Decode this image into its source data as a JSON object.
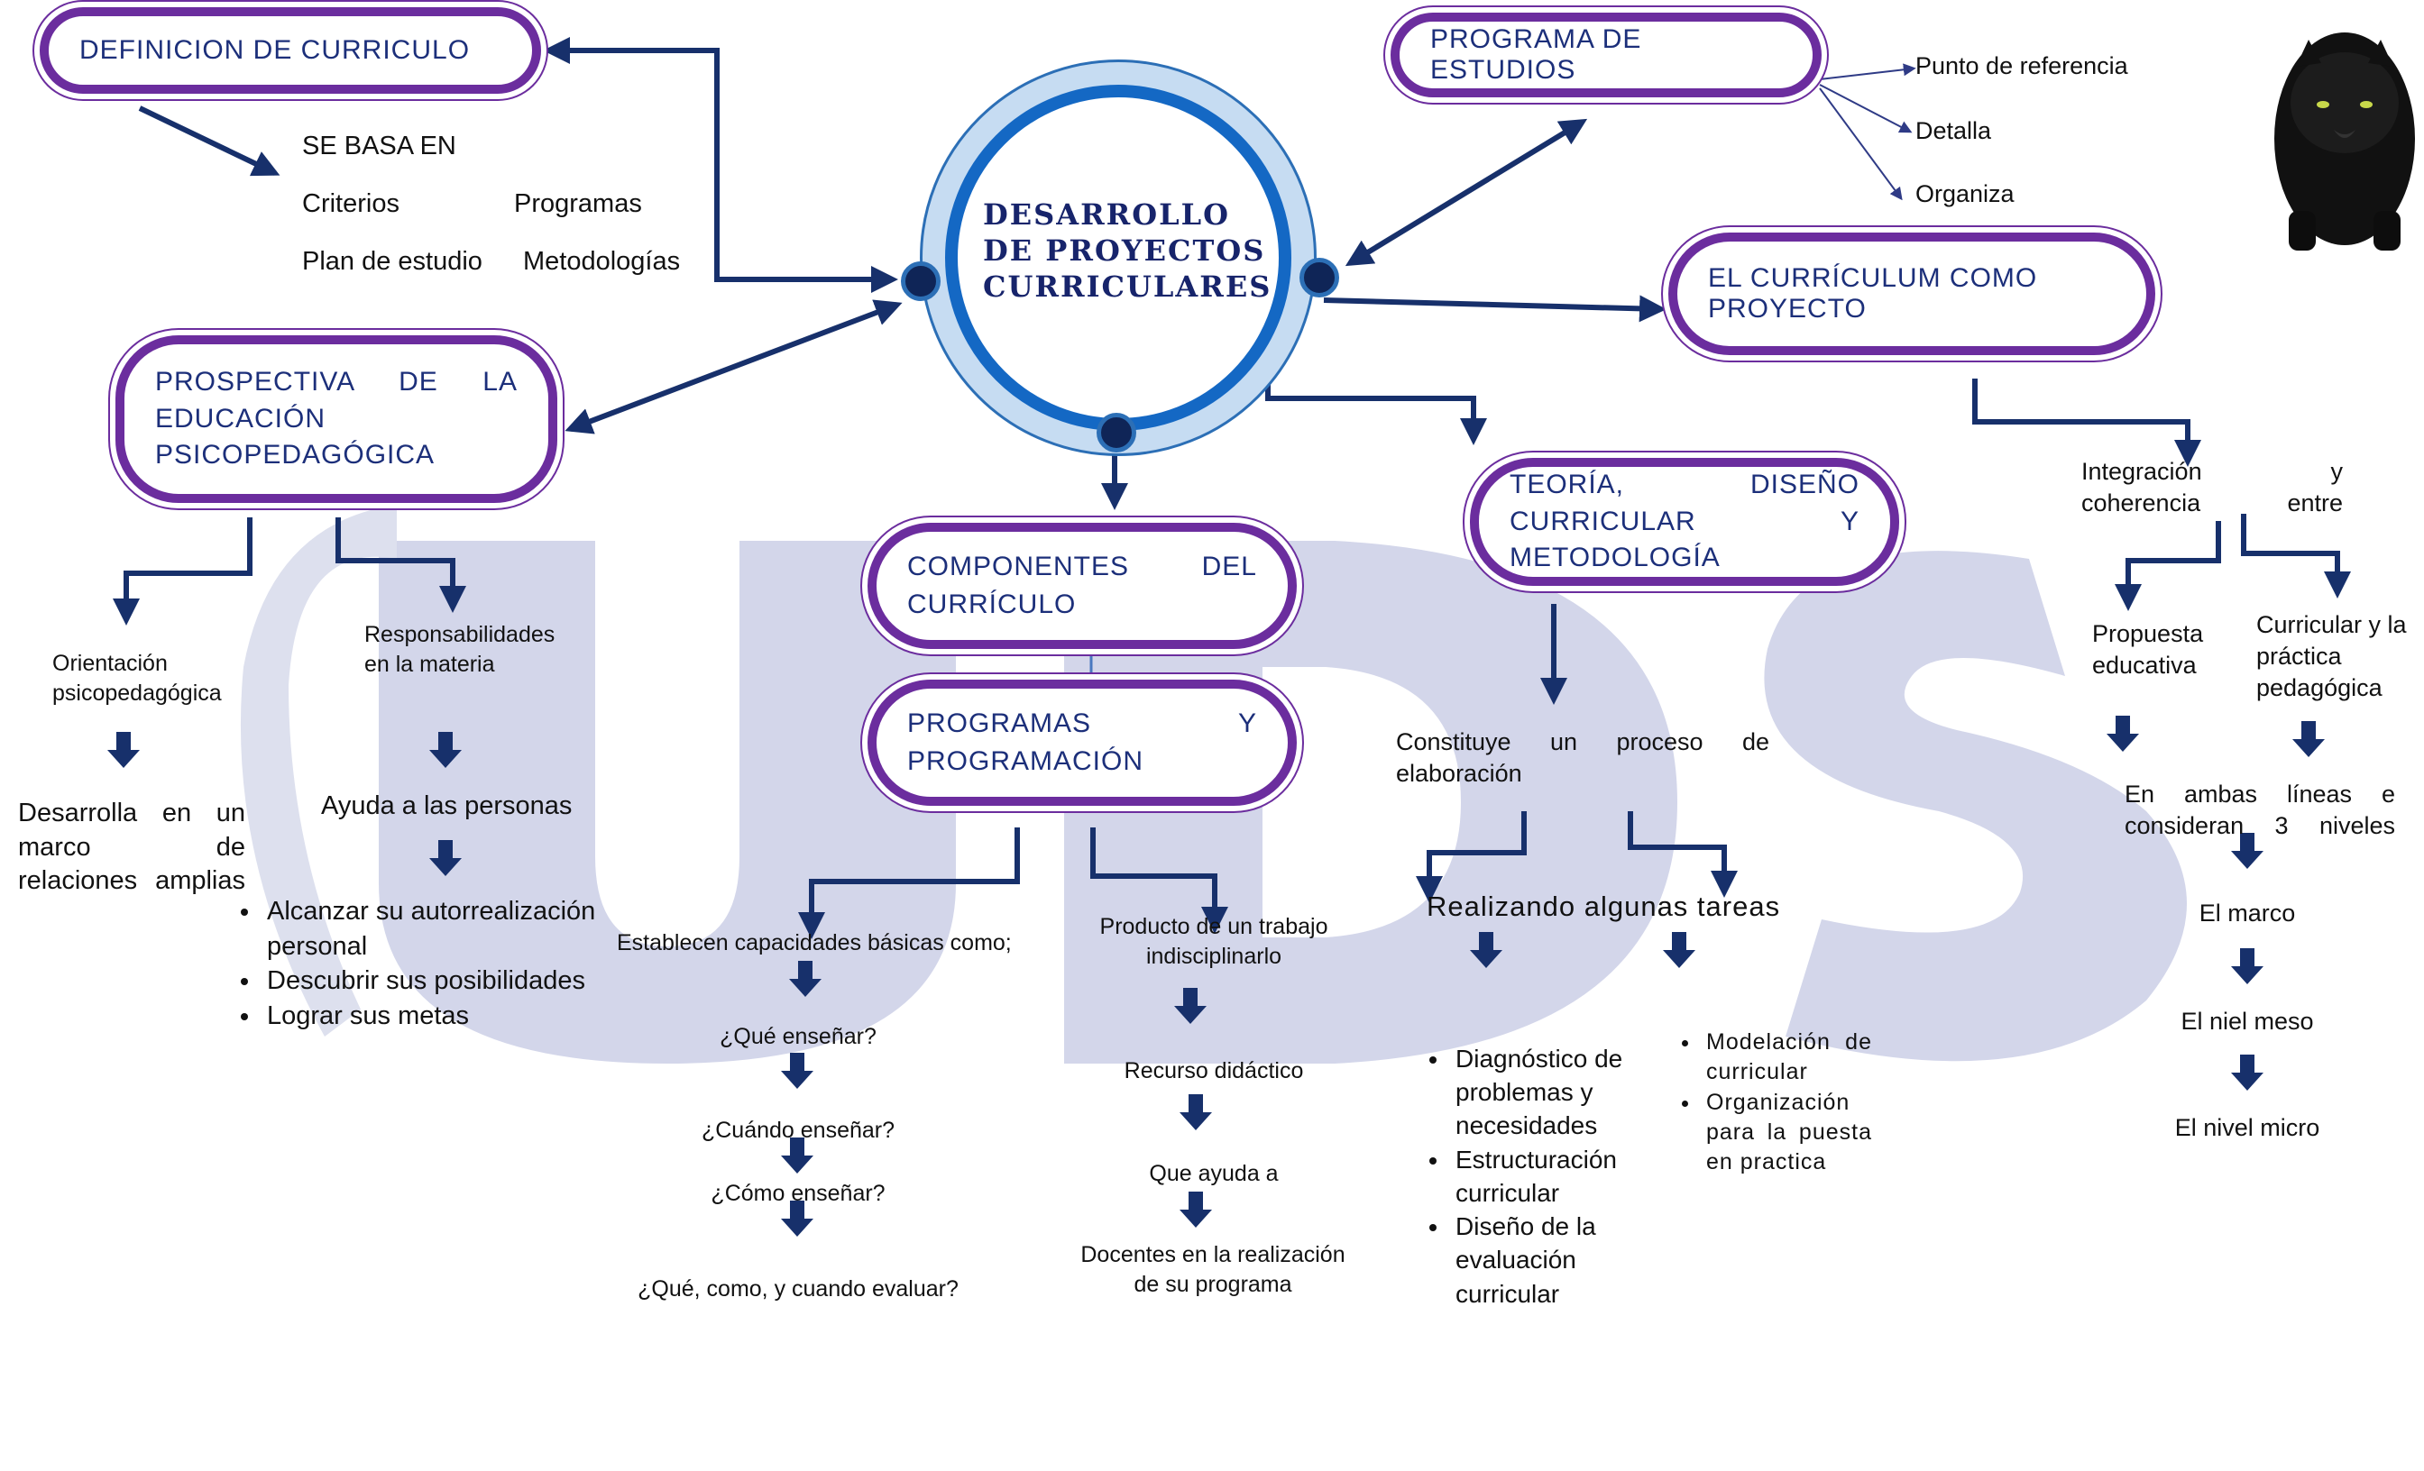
{
  "center": {
    "title": "DESARROLLO DE PROYECTOS CURRICULARES"
  },
  "definicion": {
    "title": "DEFINICION DE  CURRICULO",
    "se_basa": "SE BASA EN",
    "items": [
      "Criterios",
      "Programas",
      "Plan de estudio",
      "Metodologías"
    ]
  },
  "programa_estudios": {
    "title": "PROGRAMA DE ESTUDIOS",
    "items": [
      "Punto de referencia",
      "Detalla",
      "Organiza"
    ]
  },
  "curriculum_proyecto": {
    "title": "EL CURRÍCULUM COMO PROYECTO",
    "integracion": "Integración y coherencia entre",
    "propuesta": "Propuesta educativa",
    "curricular": "Curricular y la práctica pedagógica",
    "ambas": "En ambas líneas e consideran 3 niveles",
    "niveles": [
      "El marco",
      "El niel meso",
      "El nivel micro"
    ]
  },
  "prospectiva": {
    "title": "PROSPECTIVA DE LA EDUCACIÓN PSICOPEDAGÓGICA",
    "orientacion": "Orientación psicopedagógica",
    "desarrolla": "Desarrolla en un marco de relaciones amplias",
    "responsabilidades": "Responsabilidades en la materia",
    "ayuda": "Ayuda a las personas",
    "bullets": [
      "Alcanzar su autorrealización personal",
      "Descubrir sus posibilidades",
      "Lograr sus metas"
    ]
  },
  "componentes": {
    "title": "COMPONENTES DEL CURRÍCULO"
  },
  "programas": {
    "title": "PROGRAMAS Y PROGRAMACIÓN",
    "establecen": "Establecen capacidades básicas como;",
    "preguntas": [
      "¿Qué enseñar?",
      "¿Cuándo enseñar?",
      "¿Cómo enseñar?",
      "¿Qué, como, y cuando evaluar?"
    ],
    "producto": "Producto de un trabajo indisciplinarlo",
    "recurso": "Recurso didáctico",
    "que_ayuda": "Que ayuda a",
    "docentes": "Docentes en la realización de su programa"
  },
  "teoria": {
    "title": "TEORÍA, DISEÑO CURRICULAR Y METODOLOGÍA",
    "constituye": "Constituye un proceso de elaboración",
    "realizando": "Realizando algunas tareas",
    "left_bullets": [
      "Diagnóstico de problemas y necesidades",
      "Estructuración curricular",
      "Diseño de la evaluación curricular"
    ],
    "right_bullets": [
      "Modelación de curricular",
      "Organización para la puesta en practica"
    ]
  },
  "watermark": {
    "text": "UDS"
  },
  "colors": {
    "pill_border": "#6b2d9e",
    "pill_text": "#1c2f7a",
    "connector": "#17306b",
    "hub_blue": "#1468c4",
    "hub_light": "#c6dcf2",
    "watermark": "#cfd2e6"
  },
  "icons": [
    "panther-icon"
  ]
}
